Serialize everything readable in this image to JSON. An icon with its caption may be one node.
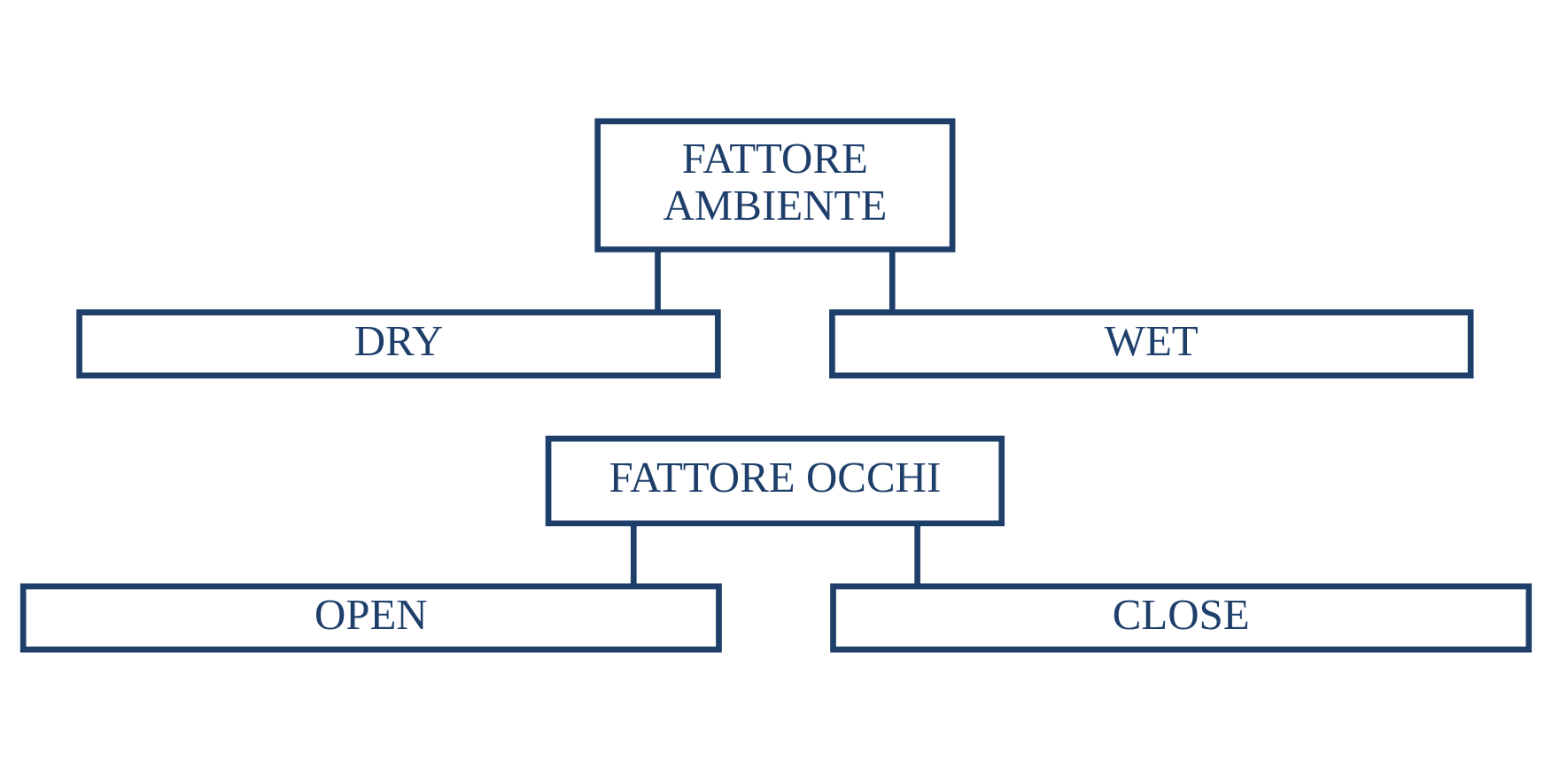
{
  "diagram": {
    "nodes": [
      {
        "text": [
          "FATTORE AMBIENTE"
        ]
      },
      {
        "text": [
          "DRY"
        ]
      },
      {
        "text": [
          "WET"
        ]
      },
      {
        "text": [
          "FATTORE OCCHI"
        ]
      },
      {
        "text": [
          "OPEN"
        ]
      },
      {
        "text": [
          "CLOSE"
        ]
      }
    ],
    "edges": [
      {
        "from": 0,
        "to": 1,
        "arrow": "none"
      },
      {
        "from": 0,
        "to": 2,
        "arrow": "none"
      },
      {
        "from": 3,
        "to": 4,
        "arrow": "none"
      },
      {
        "from": 3,
        "to": 5,
        "arrow": "none"
      }
    ]
  }
}
